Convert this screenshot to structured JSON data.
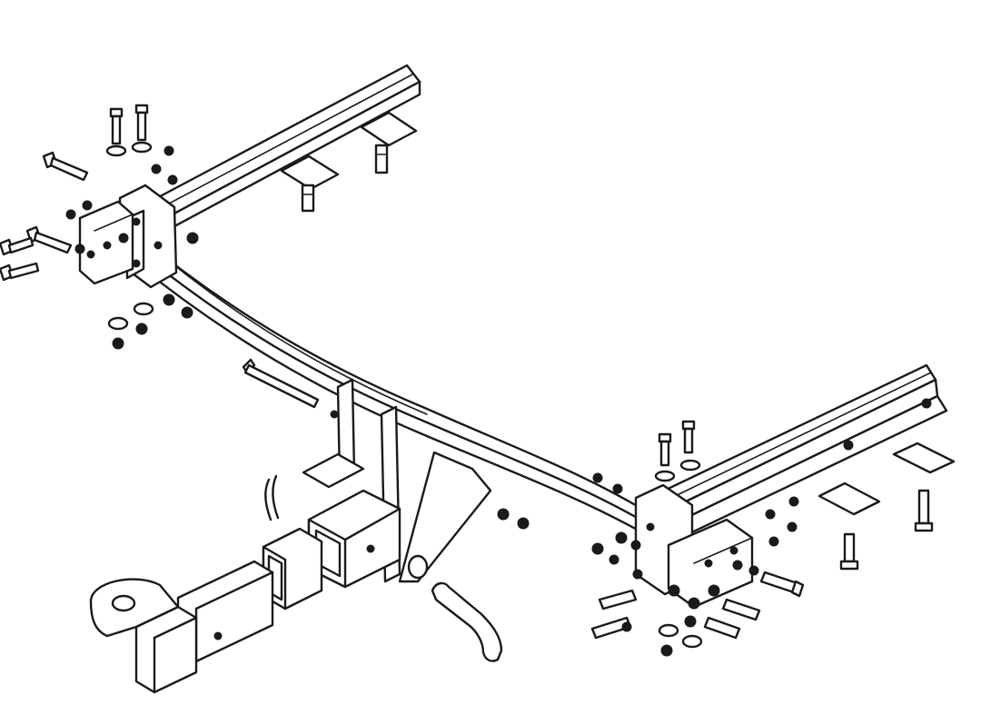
{
  "diagram": {
    "kind": "exploded-view-line-drawing",
    "subject_icons": [
      "tow-bar-crossbeam",
      "receiver-hitch",
      "tow-ball-mount",
      "mounting-bolts",
      "nuts-and-washers",
      "mounting-brackets",
      "hitch-pin"
    ]
  },
  "colors": {
    "line": "#1a1a1a",
    "background": "#ffffff"
  }
}
